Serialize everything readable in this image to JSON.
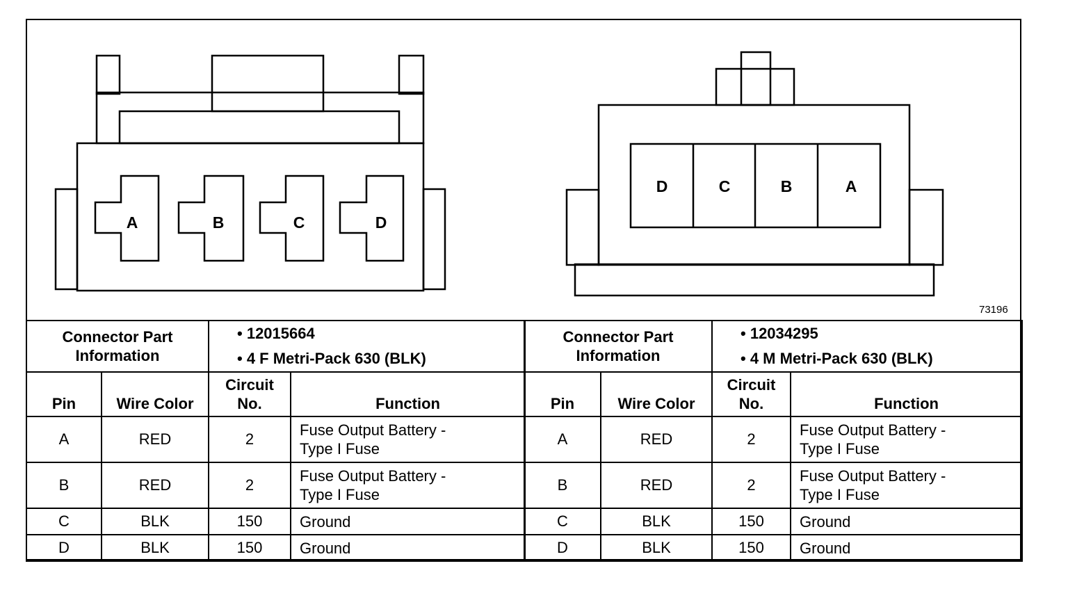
{
  "figure_id": "73196",
  "left_connector": {
    "pins_drawn": [
      "A",
      "B",
      "C",
      "D"
    ]
  },
  "right_connector": {
    "pins_drawn": [
      "D",
      "C",
      "B",
      "A"
    ]
  },
  "tables": [
    {
      "info_label": "Connector Part Information",
      "info_label_line1": "Connector Part",
      "info_label_line2": "Information",
      "part_number": "• 12015664",
      "part_desc": "• 4 F Metri-Pack 630 (BLK)",
      "headers": {
        "pin": "Pin",
        "wire_color": "Wire Color",
        "circuit_line1": "Circuit",
        "circuit_line2": "No.",
        "function": "Function"
      },
      "rows": [
        {
          "pin": "A",
          "wire_color": "RED",
          "circuit": "2",
          "function_line1": "Fuse Output Battery -",
          "function_line2": "Type I Fuse"
        },
        {
          "pin": "B",
          "wire_color": "RED",
          "circuit": "2",
          "function_line1": "Fuse Output Battery -",
          "function_line2": "Type I Fuse"
        },
        {
          "pin": "C",
          "wire_color": "BLK",
          "circuit": "150",
          "function_line1": "Ground",
          "function_line2": ""
        },
        {
          "pin": "D",
          "wire_color": "BLK",
          "circuit": "150",
          "function_line1": "Ground",
          "function_line2": ""
        }
      ]
    },
    {
      "info_label": "Connector Part Information",
      "info_label_line1": "Connector Part",
      "info_label_line2": "Information",
      "part_number": "• 12034295",
      "part_desc": "• 4 M Metri-Pack 630 (BLK)",
      "headers": {
        "pin": "Pin",
        "wire_color": "Wire Color",
        "circuit_line1": "Circuit",
        "circuit_line2": "No.",
        "function": "Function"
      },
      "rows": [
        {
          "pin": "A",
          "wire_color": "RED",
          "circuit": "2",
          "function_line1": "Fuse Output Battery -",
          "function_line2": "Type I Fuse"
        },
        {
          "pin": "B",
          "wire_color": "RED",
          "circuit": "2",
          "function_line1": "Fuse Output Battery -",
          "function_line2": "Type I Fuse"
        },
        {
          "pin": "C",
          "wire_color": "BLK",
          "circuit": "150",
          "function_line1": "Ground",
          "function_line2": ""
        },
        {
          "pin": "D",
          "wire_color": "BLK",
          "circuit": "150",
          "function_line1": "Ground",
          "function_line2": ""
        }
      ]
    }
  ]
}
